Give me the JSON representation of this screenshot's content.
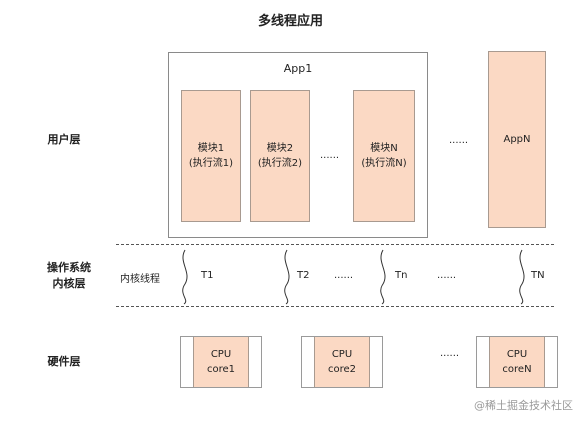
{
  "title": "多线程应用",
  "layers": {
    "user": "用户层",
    "kernel_line1": "操作系统",
    "kernel_line2": "内核层",
    "hardware": "硬件层"
  },
  "app1": {
    "label": "App1",
    "modules": [
      {
        "line1": "模块1",
        "line2": "(执行流1)"
      },
      {
        "line1": "模块2",
        "line2": "(执行流2)"
      },
      {
        "line1": "模块N",
        "line2": "(执行流N)"
      }
    ],
    "ellipsis": "......"
  },
  "apps_ellipsis": "......",
  "appN": {
    "label": "AppN"
  },
  "kernel_threads": {
    "label": "内核线程",
    "threads": [
      "T1",
      "T2",
      "Tn",
      "TN"
    ],
    "ellipsis_1": "......",
    "ellipsis_2": "......"
  },
  "cpus": [
    {
      "line1": "CPU",
      "line2": "core1"
    },
    {
      "line1": "CPU",
      "line2": "core2"
    },
    {
      "line1": "CPU",
      "line2": "coreN"
    }
  ],
  "cpu_ellipsis": "......",
  "watermark": "@稀土掘金技术社区",
  "colors": {
    "module_fill": "#fbd9c4",
    "border": "#8a8a8a"
  }
}
